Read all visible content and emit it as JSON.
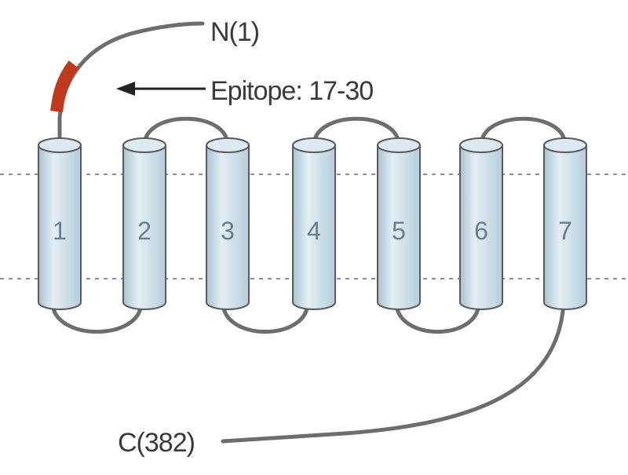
{
  "labels": {
    "n_terminus": "N(1)",
    "c_terminus": "C(382)",
    "epitope": "Epitope: 17-30"
  },
  "helices": [
    "1",
    "2",
    "3",
    "4",
    "5",
    "6",
    "7"
  ],
  "colors": {
    "helix_fill": "#cfe0ea",
    "helix_stroke": "#5b5b5b",
    "loop": "#6d6d6d",
    "epitope": "#c0391b",
    "text": "#3a3a3a"
  }
}
